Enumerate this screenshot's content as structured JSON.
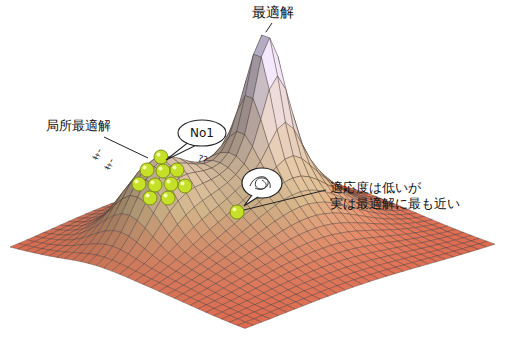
{
  "diagram": {
    "nodes": [
      {
        "text": [
          "No1"
        ]
      }
    ],
    "labels": [
      "最適解",
      "局所最適解",
      "適応度は低いが 実は最適解に最も近い",
      "ｷｬｰ",
      "ｷｬｰ",
      "??"
    ]
  }
}
